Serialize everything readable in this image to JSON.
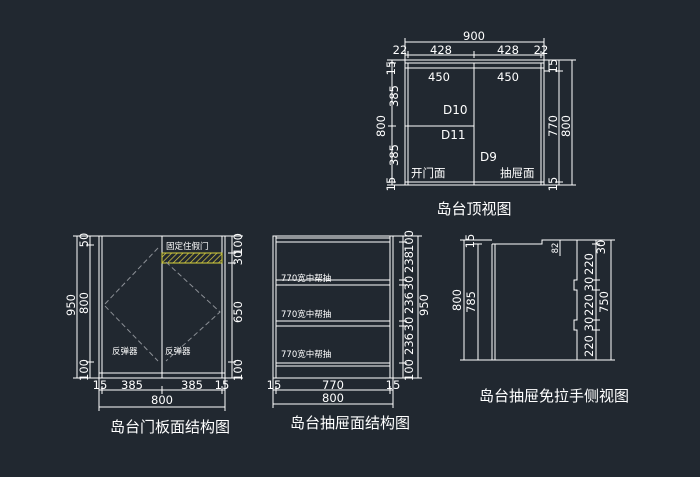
{
  "top_view": {
    "title": "岛台顶视图",
    "dims": {
      "overall_width": "900",
      "side_left": "22",
      "half_left": "428",
      "half_right": "428",
      "side_right": "22",
      "inner_left": "450",
      "inner_right": "450",
      "left_top": "15",
      "left_upper": "385",
      "left_total": "800",
      "left_lower": "385",
      "left_bottom": "15",
      "right_top": "15",
      "right_middle": "770",
      "right_total": "800",
      "right_bottom": "15"
    },
    "labels": {
      "d10": "D10",
      "d11": "D11",
      "d9": "D9",
      "door_side": "开门面",
      "drawer_side": "抽屉面"
    }
  },
  "door_view": {
    "title": "岛台门板面结构图",
    "dims": {
      "left_top": "50",
      "left_middle": "800",
      "left_total": "950",
      "left_bottom": "100",
      "right_top": "100",
      "right_strip": "30",
      "right_middle": "650",
      "right_bottom": "100",
      "bottom_edge_left": "15",
      "bottom_left": "385",
      "bottom_right": "385",
      "bottom_edge_right": "15",
      "overall_width": "800"
    },
    "labels": {
      "fixed_false_door": "固定住假门",
      "rebound_left": "反弹器",
      "rebound_right": "反弹器"
    }
  },
  "drawer_view": {
    "title": "岛台抽屉面结构图",
    "dims": {
      "right_top": "100",
      "right_upper": "238",
      "right_gap1": "30",
      "right_mid": "236",
      "right_gap2": "30",
      "right_lower": "236",
      "right_bottom": "100",
      "overall_height": "950",
      "bottom_edge_left": "15",
      "bottom_middle": "770",
      "bottom_edge_right": "15",
      "overall_width": "800"
    },
    "labels": {
      "drawer_1": "770宽中帮抽",
      "drawer_2": "770宽中帮抽",
      "drawer_3": "770宽中帮抽"
    }
  },
  "side_view": {
    "title": "岛台抽屉免拉手侧视图",
    "dims": {
      "left_top": "15",
      "left_total": "800",
      "left_middle": "785",
      "notch": "82",
      "r_top": "30",
      "r_220_a": "220",
      "r_30_a": "30",
      "r_220_b": "220",
      "r_30_b": "30",
      "r_220_c": "220",
      "overall": "750"
    }
  },
  "colors": {
    "background": "#212830",
    "line": "#ffffff",
    "dash": "#8c9096",
    "highlight": "#d7d23c",
    "hatch": "#e0d040"
  }
}
